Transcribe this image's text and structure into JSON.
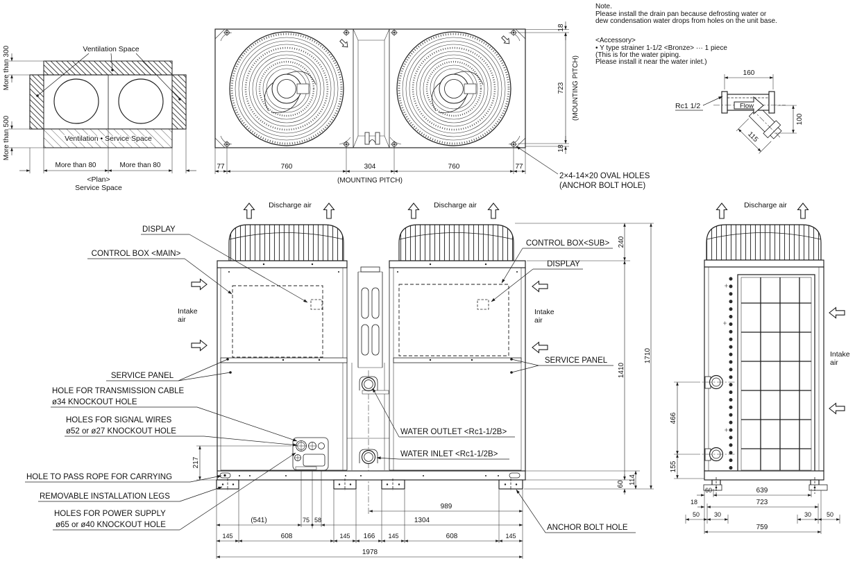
{
  "plan_view": {
    "ventilation_space_label": "Ventilation Space",
    "ventilation_service_space_label": "Ventilation • Service Space",
    "dim_more_than_300": "More than 300",
    "dim_more_than_500": "More than 500",
    "dim_more_than_80_left": "More than 80",
    "dim_more_than_80_right": "More than 80",
    "caption_line1": "<Plan>",
    "caption_line2": "Service Space"
  },
  "top_view": {
    "dim_77_left": "77",
    "dim_760_left": "760",
    "dim_304": "304",
    "dim_760_right": "760",
    "dim_77_right": "77",
    "mounting_pitch_bottom": "(MOUNTING PITCH)",
    "dim_18_top": "18",
    "dim_723": "723",
    "dim_18_bottom": "18",
    "mounting_pitch_right": "(MOUNTING PITCH)",
    "oval_holes_line1": "2×4-14×20 OVAL HOLES",
    "oval_holes_line2": "(ANCHOR BOLT HOLE)"
  },
  "notes": {
    "note_title": "Note.",
    "note_line1": "Please install the drain pan because defrosting water or",
    "note_line2": "dew condensation water drops from holes on the unit base.",
    "accessory_title": "<Accessory>",
    "accessory_line1": "• Y type strainer 1-1/2 <Bronze> ··· 1 piece",
    "accessory_line2": "(This is for the water piping.",
    "accessory_line3": " Please install it near the water inlet.)"
  },
  "strainer": {
    "dim_160": "160",
    "thread_label": "Rc1 1/2",
    "flow_label": "Flow",
    "dim_115": "115",
    "dim_100": "100"
  },
  "front_view": {
    "discharge_air_left": "Discharge air",
    "discharge_air_right": "Discharge air",
    "display_left_label": "DISPLAY",
    "control_box_main_label": "CONTROL BOX <MAIN>",
    "intake_air_left_line1": "Intake",
    "intake_air_left_line2": "air",
    "service_panel_left_label": "SERVICE PANEL",
    "control_box_sub_label": "CONTROL BOX<SUB>",
    "display_right_label": "DISPLAY",
    "intake_air_right_line1": "Intake",
    "intake_air_right_line2": "air",
    "service_panel_right_label": "SERVICE PANEL",
    "water_outlet_label": "WATER OUTLET <Rc1-1/2B>",
    "water_inlet_label": "WATER INLET <Rc1-1/2B>",
    "transmission_hole_line1": "HOLE FOR TRANSMISSION CABLE",
    "transmission_hole_line2": "ø34 KNOCKOUT HOLE",
    "signal_holes_line1": "HOLES FOR SIGNAL WIRES",
    "signal_holes_line2": "ø52 or ø27 KNOCKOUT HOLE",
    "rope_hole_label": "HOLE TO PASS ROPE FOR CARRYING",
    "legs_label": "REMOVABLE INSTALLATION LEGS",
    "power_holes_line1": "HOLES FOR POWER SUPPLY",
    "power_holes_line2": "ø65 or ø40 KNOCKOUT HOLE",
    "anchor_bolt_label": "ANCHOR BOLT HOLE",
    "dim_217": "217",
    "dim_240": "240",
    "dim_1410": "1410",
    "dim_1710": "1710",
    "dim_60": "60",
    "dim_114": "114",
    "dim_989": "989",
    "dim_541": "(541)",
    "dim_75": "75",
    "dim_58": "58",
    "dim_1304": "1304",
    "dim_145_1": "145",
    "dim_608_1": "608",
    "dim_145_2": "145",
    "dim_166": "166",
    "dim_145_3": "145",
    "dim_608_2": "608",
    "dim_145_4": "145",
    "dim_1978": "1978"
  },
  "side_view": {
    "discharge_air": "Discharge air",
    "intake_air_line1": "Intake",
    "intake_air_line2": "air",
    "dim_466": "466",
    "dim_155": "155",
    "dim_60": "60",
    "dim_639": "639",
    "dim_18": "18",
    "dim_723": "723",
    "dim_50_left": "50",
    "dim_30_left": "30",
    "dim_30_right": "30",
    "dim_50_right": "50",
    "dim_759": "759"
  }
}
